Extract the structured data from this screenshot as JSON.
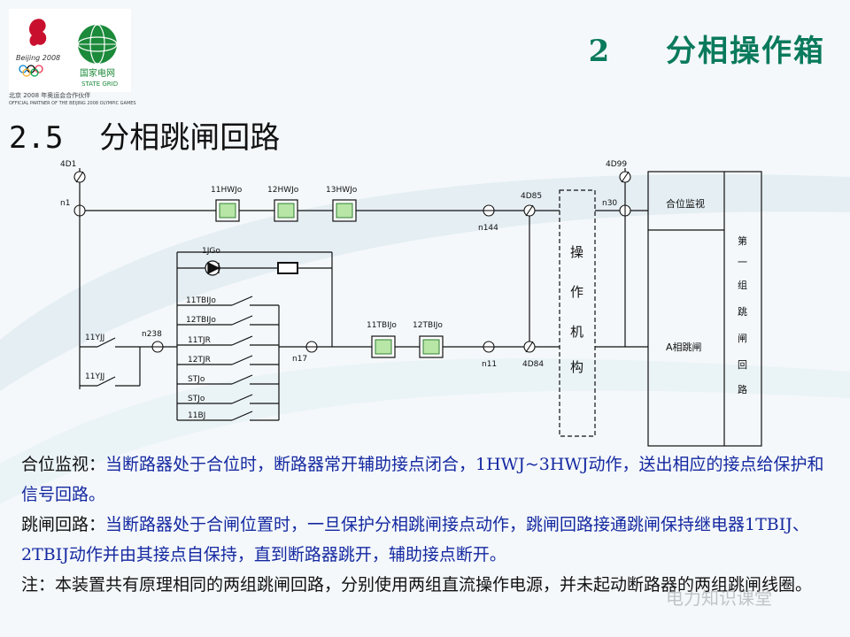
{
  "header": {
    "logo_text_1": "Beijing 2008",
    "logo_text_2": "国家电网",
    "logo_text_3": "STATE GRID",
    "logo_caption_1": "北京 2008 年奥运会合作伙伴",
    "logo_caption_2": "OFFICIAL PARTNER OF THE BEIJING 2008 OLYMPIC GAMES",
    "slide_number": "2",
    "slide_title": "分相操作箱"
  },
  "section": {
    "number": "2.5",
    "title": "分相跳闸回路"
  },
  "diagram": {
    "terminals": {
      "t_4d1": "4D1",
      "t_n1": "n1",
      "t_4d99": "4D99",
      "t_n30": "n30",
      "t_4d85": "4D85",
      "t_n144": "n144",
      "t_4d84": "4D84",
      "t_n11": "n11",
      "t_n17": "n17",
      "t_n238": "n238"
    },
    "relays": {
      "r_11hwjo": "11HWJo",
      "r_12hwjo": "12HWJo",
      "r_13hwjo": "13HWJo",
      "r_1jgo": "1JGo",
      "r_11tbijo_coil": "11TBIJo",
      "r_12tbijo_coil": "12TBIJo"
    },
    "contacts": {
      "c_11tbijo": "11TBIJo",
      "c_12tbijo": "12TBIJo",
      "c_11tjr": "11TJR",
      "c_12tjr": "12TJR",
      "c_stjo_1": "STJo",
      "c_stjo_2": "STJo",
      "c_11bj": "11BJ",
      "c_11yjj_1": "11YJJ",
      "c_11yjj_2": "11YJJ"
    },
    "mechanism_label": [
      "操",
      "作",
      "机",
      "构"
    ],
    "panel": {
      "monitor": "合位监视",
      "trip_phase_a": "A相跳闸",
      "group_label": [
        "第",
        "一",
        "组",
        "跳",
        "闸",
        "回",
        "路"
      ]
    }
  },
  "description": [
    {
      "key": "合位监视：",
      "text": "当断路器处于合位时，断路器常开辅助接点闭合，1HWJ~3HWJ动作，送出相应的接点给保护和信号回路。"
    },
    {
      "key": "跳闸回路：",
      "text": "当断路器处于合闸位置时，一旦保护分相跳闸接点动作，跳闸回路接通跳闸保持继电器1TBIJ、2TBIJ动作并由其接点自保持，直到断路器跳开，辅助接点断开。"
    },
    {
      "key": "注：",
      "text": "本装置共有原理相同的两组跳闸回路，分别使用两组直流操作电源，并未起动断路器的两组跳闸线圈。"
    }
  ],
  "watermark": "电力知识课堂",
  "colors": {
    "title": "#0a7a5c",
    "body_text": "#1428a0",
    "relay_box": "#2e7d32"
  }
}
